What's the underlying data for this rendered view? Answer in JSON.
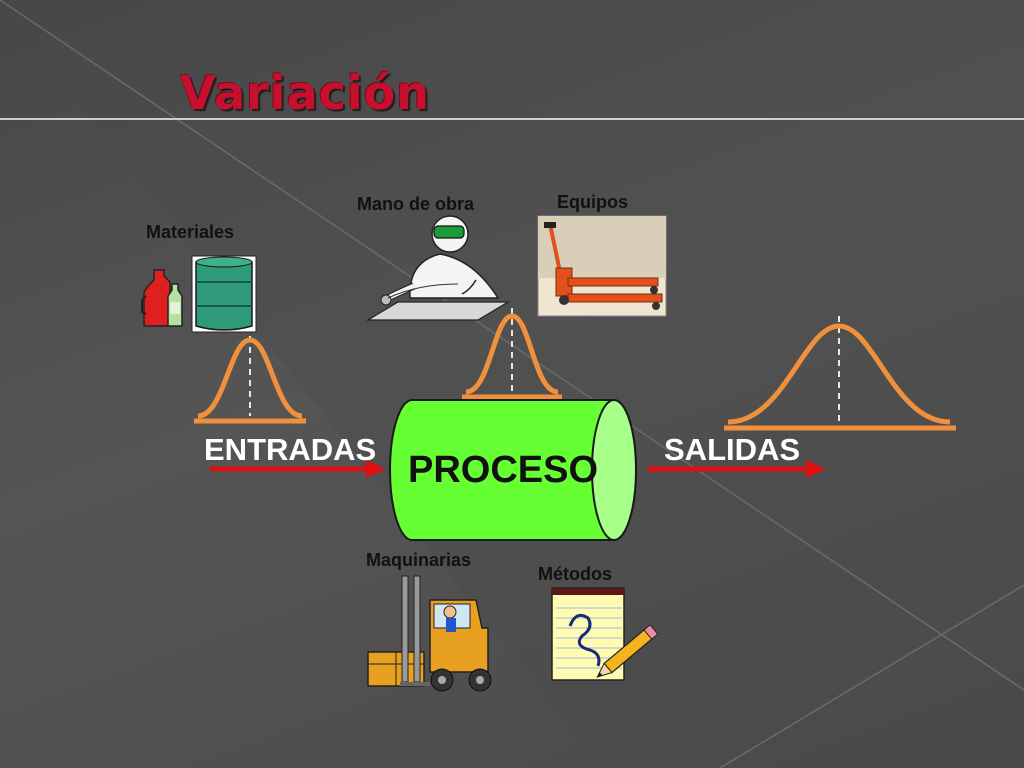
{
  "slide": {
    "title": "Variación"
  },
  "diagram": {
    "process_label": "PROCESO",
    "inputs_label": "ENTRADAS",
    "outputs_label": "SALIDAS",
    "factors": {
      "materiales": "Materiales",
      "mano_de_obra": "Mano de obra",
      "equipos": "Equipos",
      "maquinarias": "Maquinarias",
      "metodos": "Métodos"
    }
  },
  "colors": {
    "title": "#c8102e",
    "process_fill": "#66ff33",
    "curve": "#f0903c",
    "arrow": "#e01010"
  }
}
